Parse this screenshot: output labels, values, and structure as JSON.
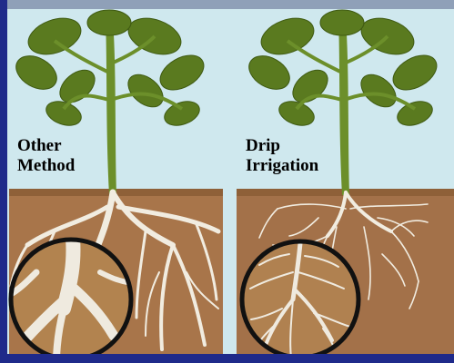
{
  "labels": {
    "left_line1": "Other",
    "left_line2": "Method",
    "right_line1": "Drip",
    "right_line2": "Irrigation"
  },
  "colors": {
    "frame": "#1f2a8a",
    "sky": "#cfe8ee",
    "soil": "#a8754a",
    "root": "#f1ece0",
    "stem": "#6c8f2a",
    "leaf": "#5a7a1f",
    "ring": "#111111"
  }
}
